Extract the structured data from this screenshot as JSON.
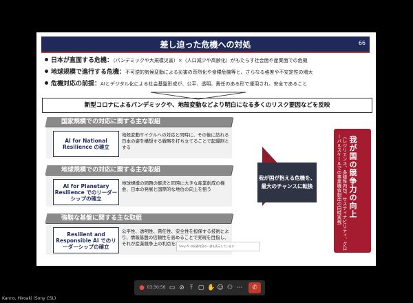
{
  "slide": {
    "title": "差し迫った危機への対処",
    "page_number": "66",
    "bullets": [
      {
        "heading": "日本が直面する危機：",
        "text": "（パンデミックや大規模災害）×（人口減少や高齢化）がもたらす社会面や産業面での危機"
      },
      {
        "heading": "地球規模で進行する危機：",
        "text": "不可逆的気候変動による災害の苛烈化や食糧危機等と、さらなる格差や不安定性の増大"
      },
      {
        "heading": "危機対応の前提：",
        "text": "AIとデジタル化による社会基盤形成が、公平、透明、責任のある形で運用され、安全であること"
      }
    ],
    "summary": "新型コロナによるパンデミックや、地殻変動などより明白になる多くのリスク要因などを反映",
    "sections": [
      {
        "header": "国家規模での対応に関する主な取組",
        "label": "AI for National Resilience の確立",
        "desc": "地殻変動サイクルへの対応と同時に、その後に訪れる日本の姿を構想する戦略を打ち立てることで起爆剤とする"
      },
      {
        "header": "地球規模での対応に関する主な取組",
        "label": "AI for Planetary Resilience でのリーダーシップの確立",
        "desc": "地球規模の問題の解決と同時に大きな産業創成の機会、日本の発展と国際的な地位の向上を狙う"
      },
      {
        "header": "強靱な基盤に関する主な取組",
        "label": "Resilient and Responsible AI でのリーダーシップの確立",
        "desc": "公平性、透明性、責任性、安全性を担保する技術により、情報基盤の信頼性を高めることで実現を目指し、それが産業競争上の利点を創出する"
      }
    ],
    "arrow_text": "我が国が抱える危機を、最大のチャンスに転換",
    "goal_main": "我が国の競争力の向上",
    "goal_sub": "（レジリエンス、多様性内包、サスティナビリティ、グローバルスケールでの事業機会創出の同時実現）"
  },
  "toast_text": "Sony AI の発表内容の一部を表示しています",
  "taskbar": {
    "time": "03:30:56"
  },
  "participant_name": "Kanno, Hiroaki (Sony CSL)"
}
